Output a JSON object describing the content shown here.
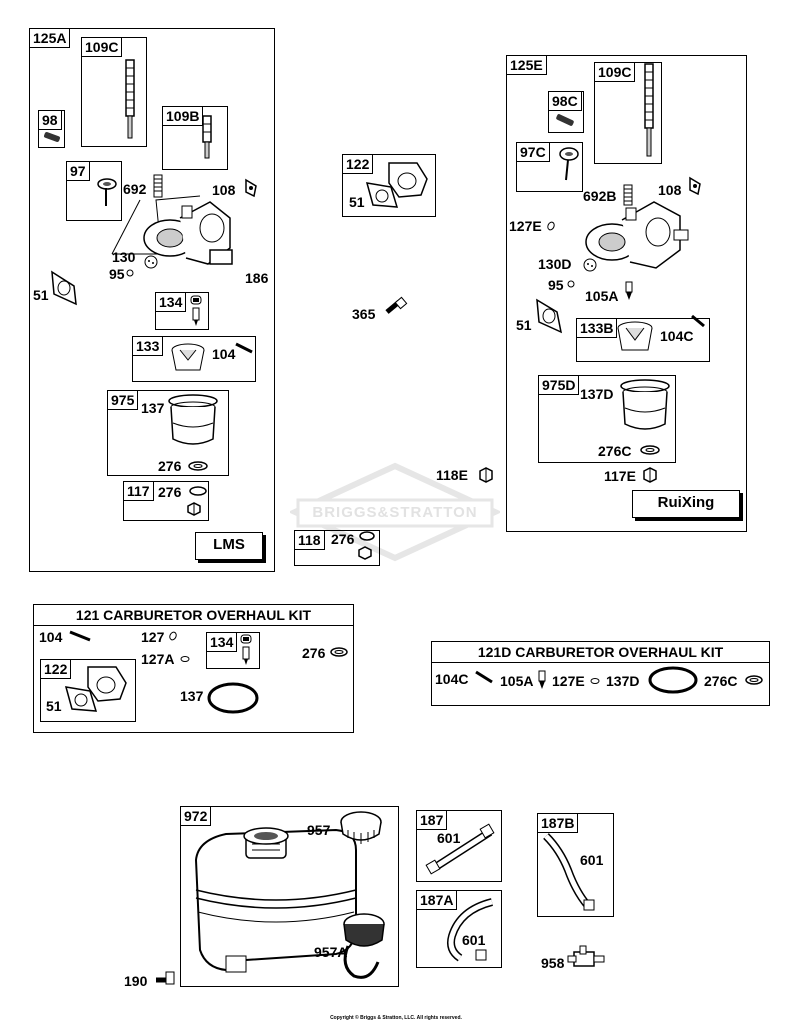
{
  "watermark": "BRIGGS&STRATTON",
  "copyright": "Copyright © Briggs & Stratton, LLC. All rights reserved.",
  "group_125A": {
    "title": "125A",
    "sub_109C": "109C",
    "sub_109B": "109B",
    "sub_98": "98",
    "sub_97": "97",
    "sub_134": "134",
    "sub_133": "133",
    "sub_975": "975",
    "sub_117": "117",
    "l_692": "692",
    "l_108": "108",
    "l_130": "130",
    "l_95": "95",
    "l_186": "186",
    "l_51": "51",
    "l_104": "104",
    "l_137": "137",
    "l_276a": "276",
    "l_276b": "276",
    "brand": "LMS"
  },
  "group_122": {
    "title": "122",
    "l_51": "51"
  },
  "standalone": {
    "l_365": "365",
    "l_118E": "118E"
  },
  "group_118": {
    "title": "118",
    "l_276": "276"
  },
  "group_125E": {
    "title": "125E",
    "sub_109C": "109C",
    "sub_98C": "98C",
    "sub_97C": "97C",
    "sub_133B": "133B",
    "sub_975D": "975D",
    "l_692B": "692B",
    "l_108": "108",
    "l_127E": "127E",
    "l_130D": "130D",
    "l_95": "95",
    "l_105A": "105A",
    "l_51": "51",
    "l_104C": "104C",
    "l_137D": "137D",
    "l_276C": "276C",
    "l_117E": "117E",
    "brand": "RuiXing"
  },
  "kit_121": {
    "title": "121 CARBURETOR OVERHAUL KIT",
    "l_104": "104",
    "l_127": "127",
    "l_127A": "127A",
    "sub_134": "134",
    "l_276": "276",
    "sub_122": "122",
    "l_51": "51",
    "l_137": "137"
  },
  "kit_121D": {
    "title": "121D CARBURETOR OVERHAUL KIT",
    "l_104C": "104C",
    "l_105A": "105A",
    "l_127E": "127E",
    "l_137D": "137D",
    "l_276C": "276C"
  },
  "group_972": {
    "title": "972",
    "l_957": "957",
    "l_957A": "957A"
  },
  "l_190": "190",
  "group_187": {
    "title": "187",
    "l_601": "601"
  },
  "group_187A": {
    "title": "187A",
    "l_601": "601"
  },
  "group_187B": {
    "title": "187B",
    "l_601": "601"
  },
  "l_958": "958"
}
